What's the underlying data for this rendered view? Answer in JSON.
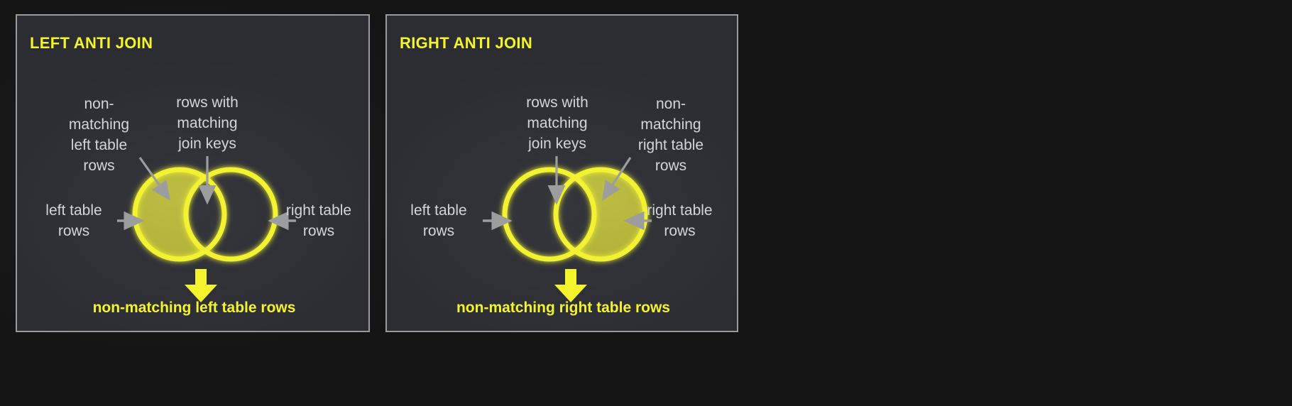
{
  "theme": {
    "page_bg": "#141414",
    "panel_bg": "#2b2d32",
    "panel_border": "#9a9a9a",
    "accent_yellow": "#F4F42C",
    "venn_stroke": "#F2F232",
    "venn_fill": "#b3b33a",
    "label_gray": "#d3d5d7",
    "arrow_gray": "#9b9d9f"
  },
  "panels": [
    {
      "id": "left-anti-join",
      "title": "LEFT ANTI JOIN",
      "labels": {
        "nonmatching": "non-\nmatching\nleft table\nrows",
        "matching": "rows with\nmatching\njoin keys",
        "left_rows": "left table\nrows",
        "right_rows": "right table\nrows"
      },
      "caption": "non-matching left table rows",
      "highlight": "left-only",
      "icons": {
        "nonmatching_arrow": "diagonal-arrow-icon",
        "matching_arrow": "down-arrow-icon",
        "left_rows_arrow": "right-arrow-icon",
        "right_rows_arrow": "left-arrow-icon",
        "result_arrow": "result-down-arrow-icon",
        "venn": "venn-diagram-icon"
      }
    },
    {
      "id": "right-anti-join",
      "title": "RIGHT ANTI JOIN",
      "labels": {
        "nonmatching": "non-\nmatching\nright table\nrows",
        "matching": "rows with\nmatching\njoin keys",
        "left_rows": "left table\nrows",
        "right_rows": "right table\nrows"
      },
      "caption": "non-matching right table rows",
      "highlight": "right-only",
      "icons": {
        "nonmatching_arrow": "diagonal-arrow-icon",
        "matching_arrow": "down-arrow-icon",
        "left_rows_arrow": "right-arrow-icon",
        "right_rows_arrow": "left-arrow-icon",
        "result_arrow": "result-down-arrow-icon",
        "venn": "venn-diagram-icon"
      }
    }
  ]
}
